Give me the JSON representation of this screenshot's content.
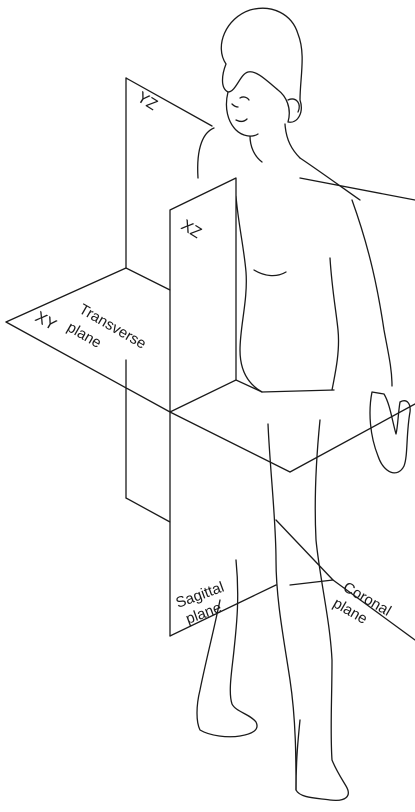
{
  "labels": {
    "yz": "YZ",
    "xz": "XZ",
    "xy": "XY",
    "transverse_1": "Transverse",
    "transverse_2": "plane",
    "sagittal_1": "Sagittal",
    "sagittal_2": "plane",
    "coronal_1": "Coronal",
    "coronal_2": "plane"
  }
}
